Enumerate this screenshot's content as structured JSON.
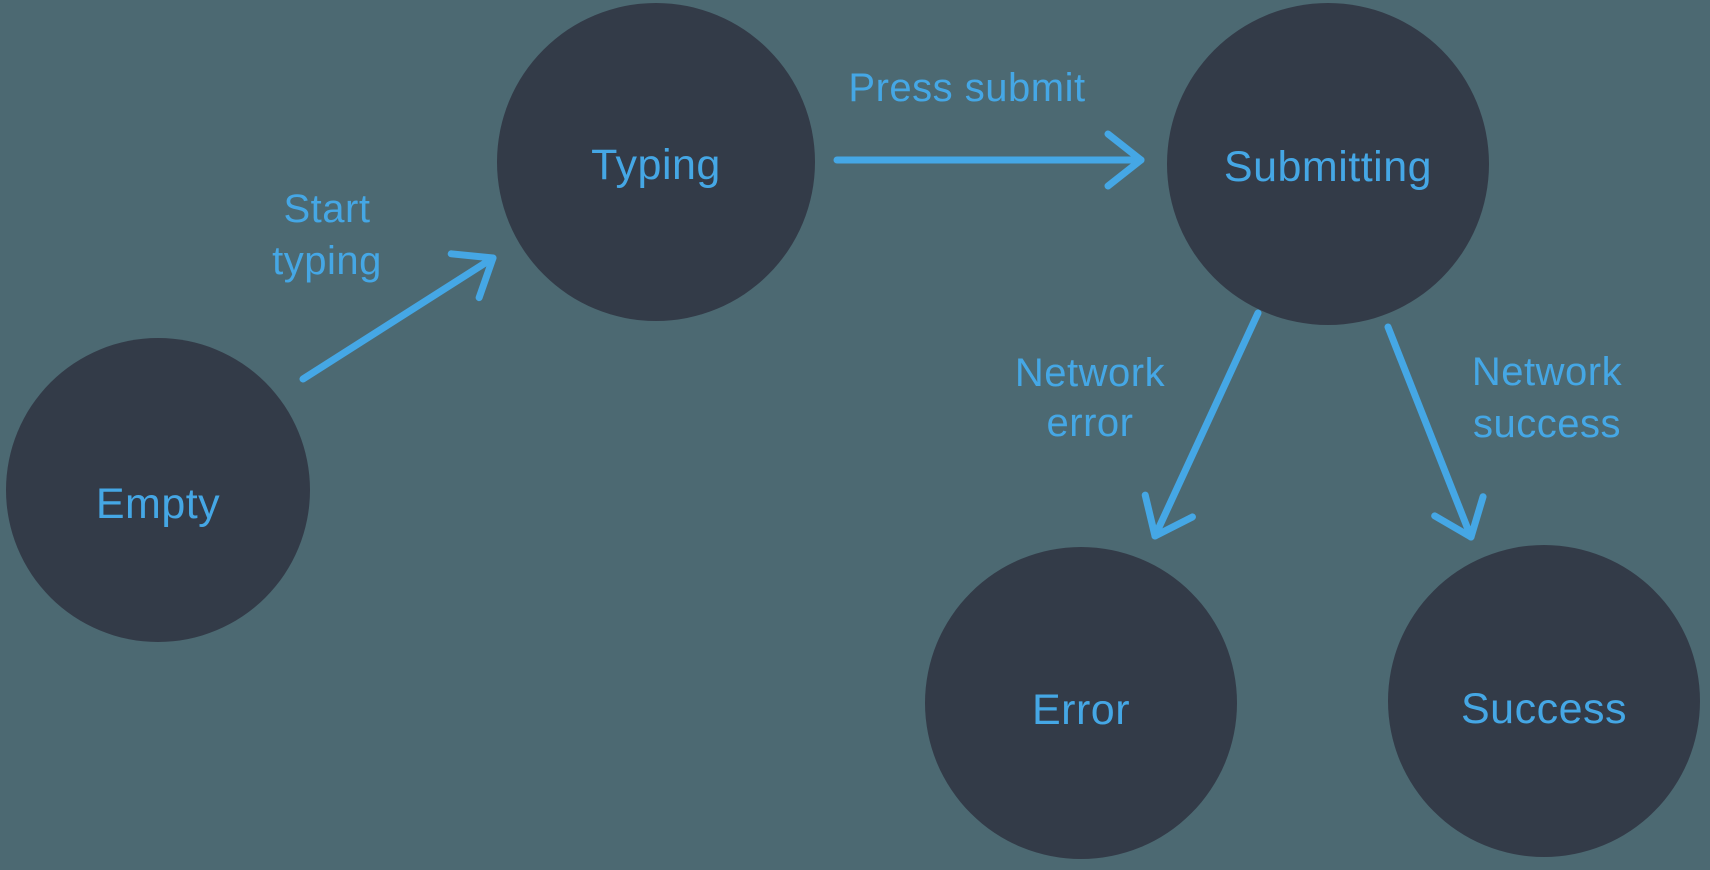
{
  "diagram": {
    "nodes": [
      {
        "id": "empty",
        "label": "Empty"
      },
      {
        "id": "typing",
        "label": "Typing"
      },
      {
        "id": "submitting",
        "label": "Submitting"
      },
      {
        "id": "error",
        "label": "Error"
      },
      {
        "id": "success",
        "label": "Success"
      }
    ],
    "edges": [
      {
        "from": "empty",
        "to": "typing",
        "label": "Start typing",
        "label_lines": [
          "Start",
          "typing"
        ]
      },
      {
        "from": "typing",
        "to": "submitting",
        "label": "Press submit",
        "label_lines": [
          "Press submit"
        ]
      },
      {
        "from": "submitting",
        "to": "error",
        "label": "Network error",
        "label_lines": [
          "Network",
          "error"
        ]
      },
      {
        "from": "submitting",
        "to": "success",
        "label": "Network success",
        "label_lines": [
          "Network",
          "success"
        ]
      }
    ]
  },
  "colors": {
    "background": "#4C6972",
    "node_fill": "#333B48",
    "accent_blue": "#45A7E5"
  }
}
